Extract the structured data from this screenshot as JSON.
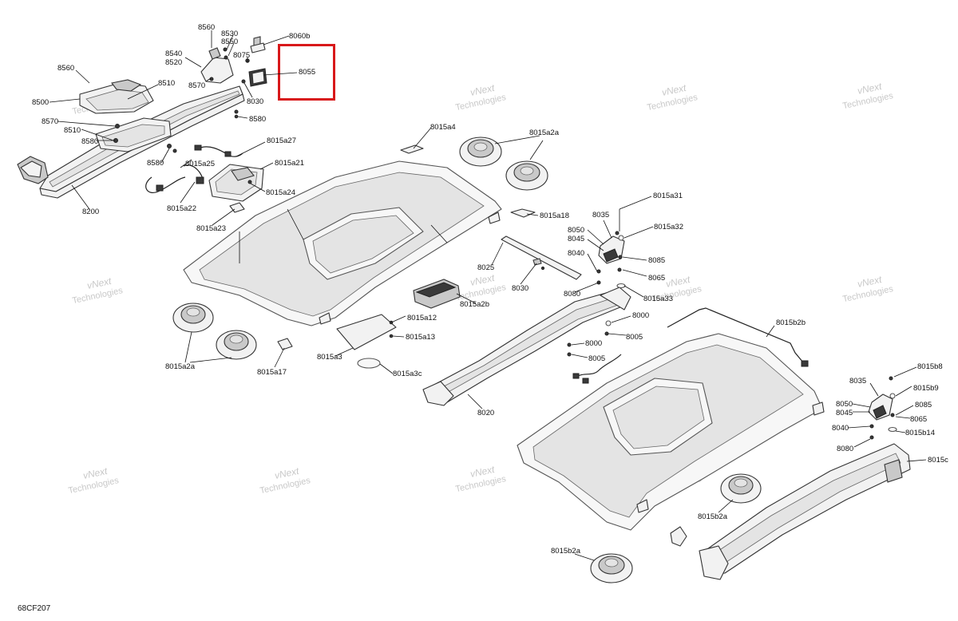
{
  "figure_code": "68CF207",
  "watermark": {
    "line1": "vNext",
    "line2": "Technologies"
  },
  "highlight_color": "#d8181a",
  "labels": [
    {
      "id": "l8560a",
      "text": "8560"
    },
    {
      "id": "l8530",
      "text": "8530"
    },
    {
      "id": "l8550",
      "text": "8550"
    },
    {
      "id": "l8540",
      "text": "8540"
    },
    {
      "id": "l8520",
      "text": "8520"
    },
    {
      "id": "l8570a",
      "text": "8570"
    },
    {
      "id": "l8060b",
      "text": "8060b"
    },
    {
      "id": "l8075",
      "text": "8075"
    },
    {
      "id": "l8055",
      "text": "8055"
    },
    {
      "id": "l8030a",
      "text": "8030"
    },
    {
      "id": "l8580a",
      "text": "8580"
    },
    {
      "id": "l8560b",
      "text": "8560"
    },
    {
      "id": "l8510a",
      "text": "8510"
    },
    {
      "id": "l8500",
      "text": "8500"
    },
    {
      "id": "l8570b",
      "text": "8570"
    },
    {
      "id": "l8510b",
      "text": "8510"
    },
    {
      "id": "l8580b",
      "text": "8580"
    },
    {
      "id": "l8015a27",
      "text": "8015a27"
    },
    {
      "id": "l8015a25",
      "text": "8015a25"
    },
    {
      "id": "l8015a21",
      "text": "8015a21"
    },
    {
      "id": "l8580c",
      "text": "8580"
    },
    {
      "id": "l8015a24",
      "text": "8015a24"
    },
    {
      "id": "l8015a22",
      "text": "8015a22"
    },
    {
      "id": "l8200",
      "text": "8200"
    },
    {
      "id": "l8015a23",
      "text": "8015a23"
    },
    {
      "id": "l8015a4",
      "text": "8015a4"
    },
    {
      "id": "l8015a2a_t",
      "text": "8015a2a"
    },
    {
      "id": "l8015a18",
      "text": "8015a18"
    },
    {
      "id": "l8015a31",
      "text": "8015a31"
    },
    {
      "id": "l8035a",
      "text": "8035"
    },
    {
      "id": "l8015a32",
      "text": "8015a32"
    },
    {
      "id": "l8050a",
      "text": "8050"
    },
    {
      "id": "l8045a",
      "text": "8045"
    },
    {
      "id": "l8040a",
      "text": "8040"
    },
    {
      "id": "l8085a",
      "text": "8085"
    },
    {
      "id": "l8065a",
      "text": "8065"
    },
    {
      "id": "l8015a33",
      "text": "8015a33"
    },
    {
      "id": "l8025",
      "text": "8025"
    },
    {
      "id": "l8030b",
      "text": "8030"
    },
    {
      "id": "l8080a",
      "text": "8080"
    },
    {
      "id": "l8015a2b",
      "text": "8015a2b"
    },
    {
      "id": "l8015a12",
      "text": "8015a12"
    },
    {
      "id": "l8015a13",
      "text": "8015a13"
    },
    {
      "id": "l8015a3",
      "text": "8015a3"
    },
    {
      "id": "l8015a3c",
      "text": "8015a3c"
    },
    {
      "id": "l8015a2a_b",
      "text": "8015a2a"
    },
    {
      "id": "l8015a17",
      "text": "8015a17"
    },
    {
      "id": "l8000a",
      "text": "8000"
    },
    {
      "id": "l8005a",
      "text": "8005"
    },
    {
      "id": "l8000b",
      "text": "8000"
    },
    {
      "id": "l8005b",
      "text": "8005"
    },
    {
      "id": "l8015b2b",
      "text": "8015b2b"
    },
    {
      "id": "l8020",
      "text": "8020"
    },
    {
      "id": "l8015b8",
      "text": "8015b8"
    },
    {
      "id": "l8035b",
      "text": "8035"
    },
    {
      "id": "l8015b9",
      "text": "8015b9"
    },
    {
      "id": "l8050b",
      "text": "8050"
    },
    {
      "id": "l8085b",
      "text": "8085"
    },
    {
      "id": "l8045b",
      "text": "8045"
    },
    {
      "id": "l8065b",
      "text": "8065"
    },
    {
      "id": "l8040b",
      "text": "8040"
    },
    {
      "id": "l8015b14",
      "text": "8015b14"
    },
    {
      "id": "l8080b",
      "text": "8080"
    },
    {
      "id": "l8015c",
      "text": "8015c"
    },
    {
      "id": "l8015b2a",
      "text": "8015b2a"
    },
    {
      "id": "l8015b2a_b",
      "text": "8015b2a"
    }
  ]
}
